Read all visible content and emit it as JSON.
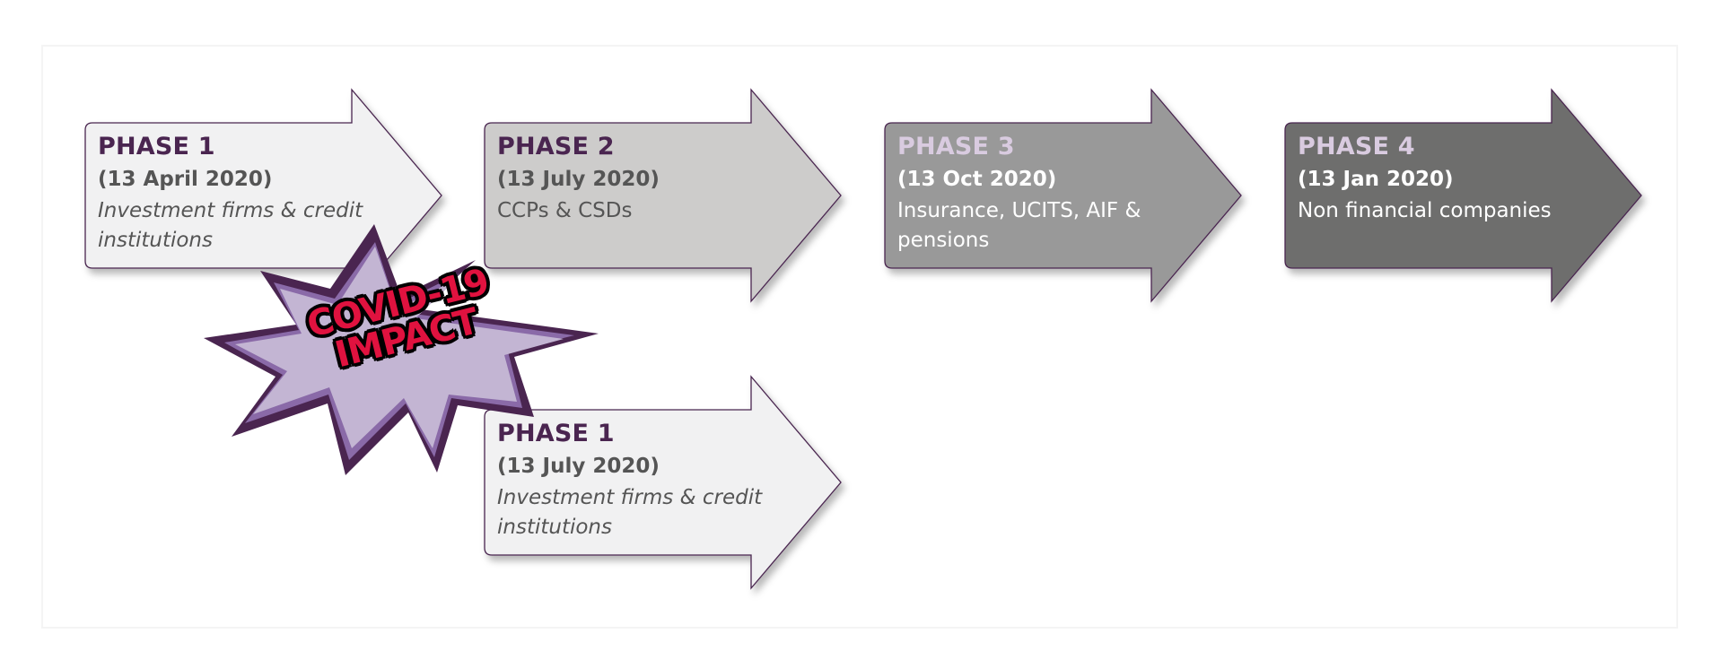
{
  "colors": {
    "accent_purple": "#4a2550",
    "phase_fill_light": "#f1f1f2",
    "phase2_fill": "#cdcccb",
    "phase3_fill": "#999999",
    "phase4_fill": "#6e6e6d",
    "burst_fill": "#c3b5d3",
    "burst_shade": "#8a6aa8",
    "burst_outline": "#4a2550",
    "covid_text": "#e0123f",
    "light_title": "#d9cbe0"
  },
  "phases": [
    {
      "id": "phase1-top",
      "title": "PHASE 1",
      "date": "(13 April 2020)",
      "description": "Investment firms & credit institutions",
      "fill": "#f1f1f2"
    },
    {
      "id": "phase2",
      "title": "PHASE 2",
      "date": "(13 July 2020)",
      "description": "CCPs & CSDs",
      "fill": "#cdcccb"
    },
    {
      "id": "phase3",
      "title": "PHASE 3",
      "date": "(13 Oct 2020)",
      "description": "Insurance, UCITS, AIF & pensions",
      "fill": "#999999"
    },
    {
      "id": "phase4",
      "title": "PHASE 4",
      "date": "(13 Jan 2020)",
      "description": "Non financial companies",
      "fill": "#6e6e6d"
    },
    {
      "id": "phase1-revised",
      "title": "PHASE 1",
      "date": "(13 July 2020)",
      "description": "Investment firms & credit institutions",
      "fill": "#f1f1f2"
    }
  ],
  "burst": {
    "line1": "COVID-19",
    "line2": "IMPACT"
  }
}
